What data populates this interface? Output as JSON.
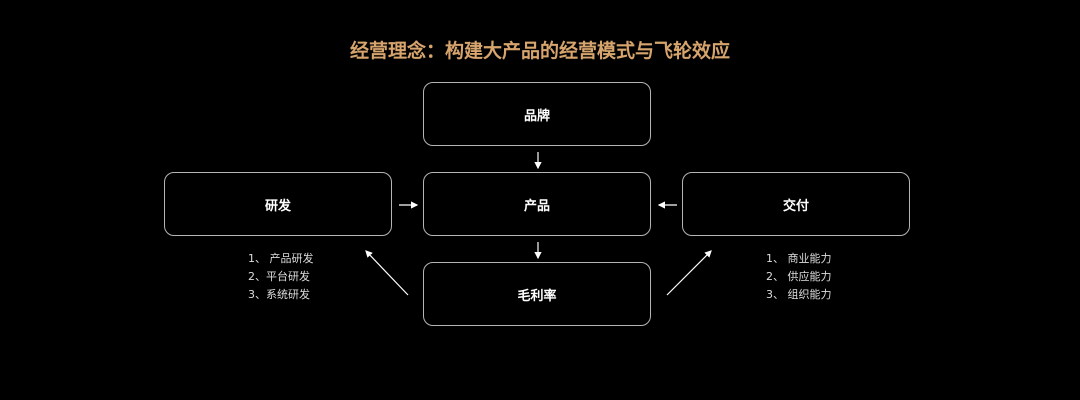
{
  "title": "经营理念：构建大产品的经营模式与飞轮效应",
  "nodes": {
    "brand": "品牌",
    "rnd": "研发",
    "product": "产品",
    "delivery": "交付",
    "margin": "毛利率"
  },
  "rnd_list": [
    "1、 产品研发",
    "2、平台研发",
    "3、系统研发"
  ],
  "delivery_list": [
    "1、 商业能力",
    "2、 供应能力",
    "3、 组织能力"
  ],
  "colors": {
    "title": "#d6a46c",
    "background": "#000000",
    "border": "#b5b5b5"
  }
}
